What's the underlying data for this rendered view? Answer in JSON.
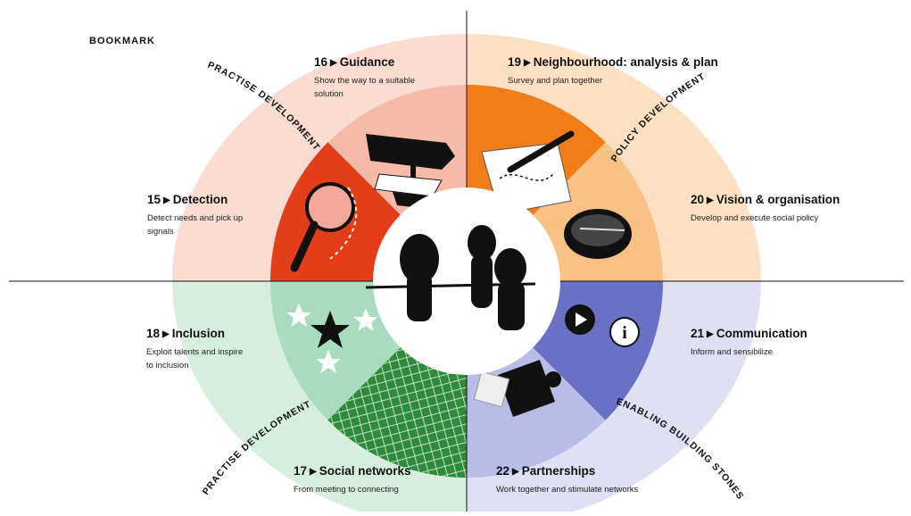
{
  "header": {
    "bookmark": "BOOKMARK"
  },
  "arc_labels": {
    "practise_top": "PRACTISE DEVELOPMENT",
    "policy": "POLICY DEVELOPMENT",
    "practise_bottom": "PRACTISE DEVELOPMENT",
    "enabling": "ENABLING BUILDING STONES"
  },
  "items": [
    {
      "num": "16",
      "arrow": "▶",
      "title": "Guidance",
      "desc": [
        "Show the way to a suitable",
        "solution"
      ]
    },
    {
      "num": "19",
      "arrow": "▶",
      "title": "Neighbourhood: analysis & plan",
      "desc": [
        "Survey and plan together"
      ]
    },
    {
      "num": "15",
      "arrow": "▶",
      "title": "Detection",
      "desc": [
        "Detect needs and pick up",
        "signals"
      ]
    },
    {
      "num": "20",
      "arrow": "▶",
      "title": "Vision & organisation",
      "desc": [
        "Develop and execute social policy"
      ]
    },
    {
      "num": "18",
      "arrow": "▶",
      "title": "Inclusion",
      "desc": [
        "Exploit talents and inspire",
        "to inclusion"
      ]
    },
    {
      "num": "21",
      "arrow": "▶",
      "title": "Communication",
      "desc": [
        "Inform and sensibilize"
      ]
    },
    {
      "num": "17",
      "arrow": "▶",
      "title": "Social networks",
      "desc": [
        "From meeting to connecting"
      ]
    },
    {
      "num": "22",
      "arrow": "▶",
      "title": "Partnerships",
      "desc": [
        "Work together and stimulate networks"
      ]
    }
  ],
  "colors": {
    "tl_outer": "#fbdcd2",
    "tl_mid": "#f6bba8",
    "tl_inner": "#e33d1a",
    "tr_outer": "#fde1c2",
    "tr_mid": "#f9c183",
    "tr_inner": "#f07d18",
    "bl_outer": "#d7eedf",
    "bl_mid": "#a9dcbf",
    "bl_inner": "#2f8a3c",
    "br_outer": "#dfe0f2",
    "br_mid": "#b9bce6",
    "br_inner": "#6a70c4"
  }
}
